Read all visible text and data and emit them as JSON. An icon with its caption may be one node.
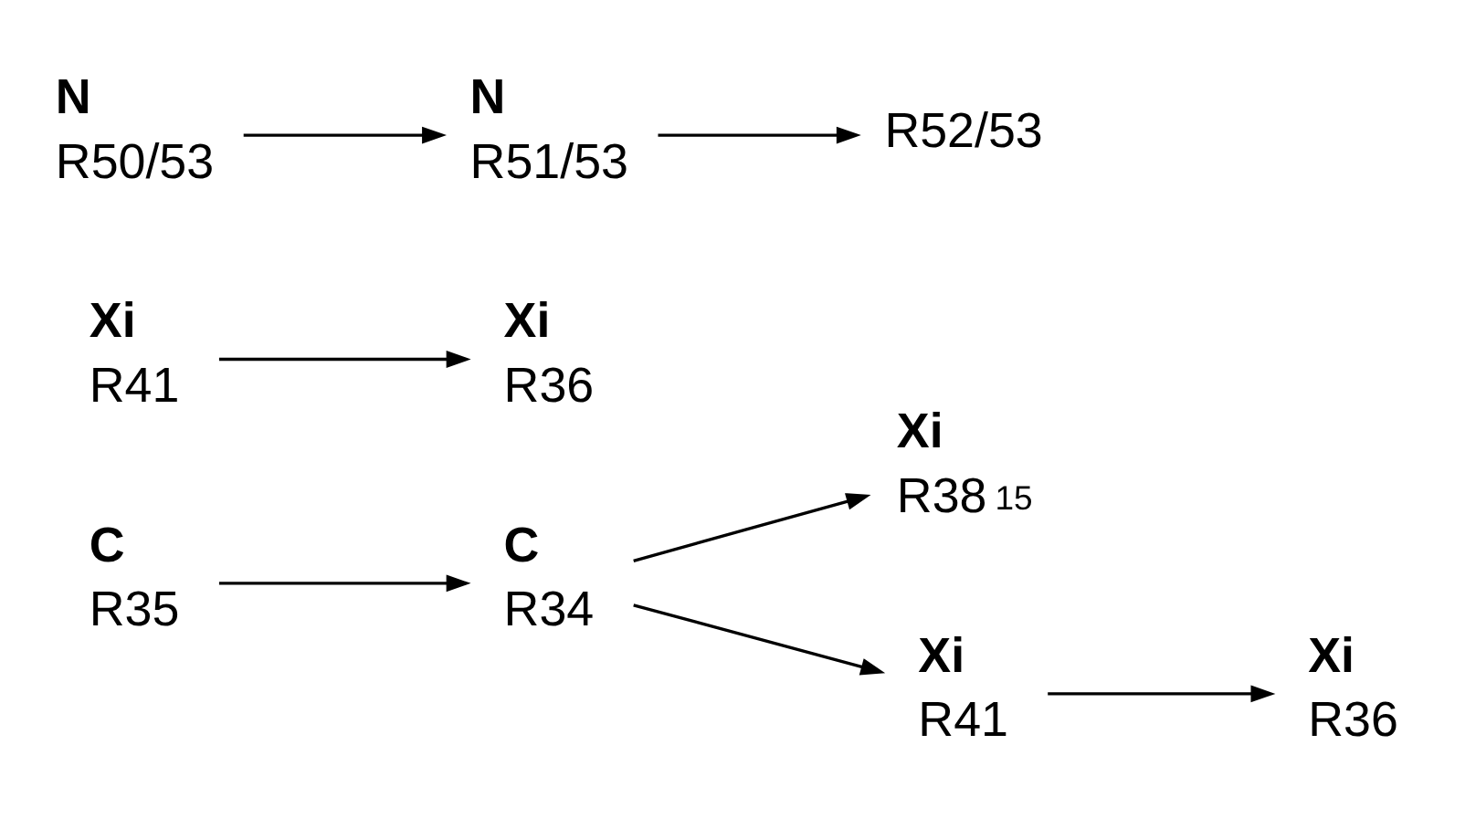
{
  "diagram": {
    "nodes": [
      {
        "text": [
          "C",
          "R35"
        ]
      },
      {
        "text": [
          "C",
          "R34"
        ]
      },
      {
        "text": [
          "Xi",
          "R38"
        ],
        "beside": [
          "15"
        ]
      },
      {
        "text": [
          "Xi",
          "R41"
        ]
      },
      {
        "text": [
          "Xi",
          "R36"
        ]
      },
      {
        "text": [
          "Xi",
          "R41"
        ]
      },
      {
        "text": [
          "Xi",
          "R36"
        ]
      },
      {
        "text": [
          "N",
          "R50/53"
        ]
      },
      {
        "text": [
          "N",
          "R51/53"
        ]
      },
      {
        "text": [
          "R52/53"
        ]
      }
    ],
    "edges": [
      {
        "from": 0,
        "to": 1,
        "arrow": "to"
      },
      {
        "from": 1,
        "to": 2,
        "arrow": "to"
      },
      {
        "from": 1,
        "to": 3,
        "arrow": "to"
      },
      {
        "from": 3,
        "to": 4,
        "arrow": "to"
      },
      {
        "from": 5,
        "to": 6,
        "arrow": "to"
      },
      {
        "from": 7,
        "to": 8,
        "arrow": "to"
      },
      {
        "from": 8,
        "to": 9,
        "arrow": "to"
      }
    ]
  }
}
